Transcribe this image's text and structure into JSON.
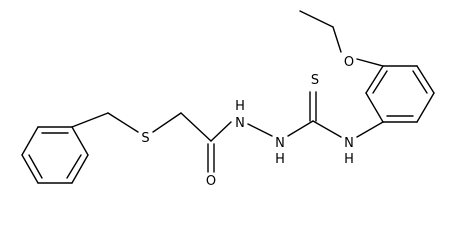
{
  "structure": {
    "atoms": [
      {
        "id": "S_thioether",
        "label": "S"
      },
      {
        "id": "O_carbonyl",
        "label": "O"
      },
      {
        "id": "N1",
        "label": "H\nN"
      },
      {
        "id": "N2",
        "label": "H\nN"
      },
      {
        "id": "S_thione",
        "label": "S"
      },
      {
        "id": "N3",
        "label": "H\nN"
      },
      {
        "id": "O_ether",
        "label": "O"
      }
    ],
    "colors": {
      "bond": "#000000",
      "label": "#000000",
      "background": "#ffffff"
    }
  }
}
